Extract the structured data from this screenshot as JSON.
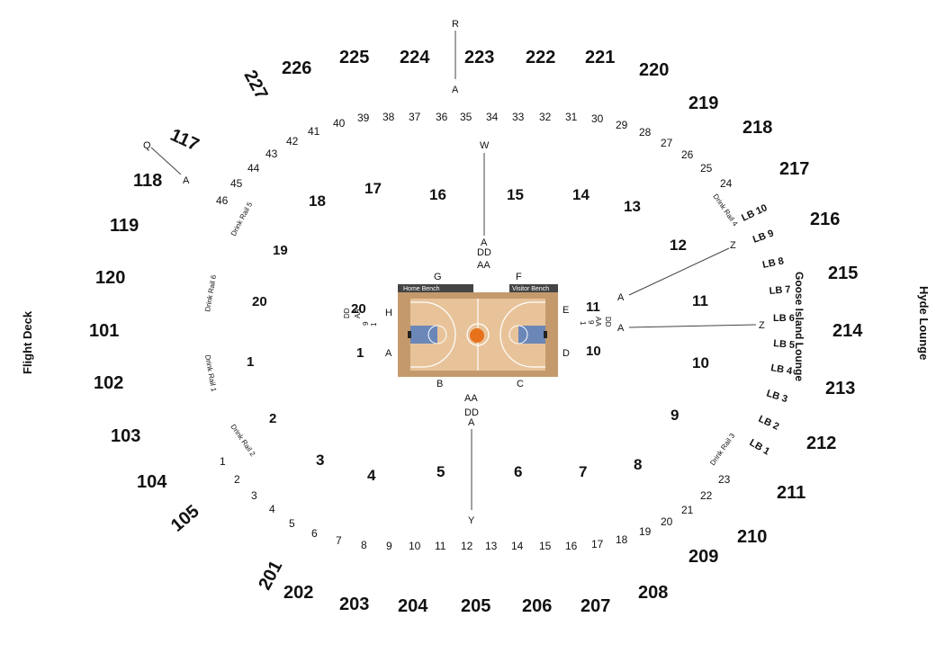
{
  "outer_sections": {
    "top": [
      "226",
      "225",
      "224",
      "223",
      "222",
      "221",
      "220",
      "219",
      "218",
      "217",
      "216",
      "215",
      "214",
      "213",
      "212",
      "211",
      "210",
      "209",
      "208"
    ],
    "bottom": [
      "207",
      "206",
      "205",
      "204",
      "203",
      "202",
      "201"
    ],
    "left": [
      "227",
      "117",
      "118",
      "119",
      "120",
      "101",
      "102",
      "103",
      "104",
      "105"
    ]
  },
  "inner_numbers": [
    "1",
    "2",
    "3",
    "4",
    "5",
    "6",
    "7",
    "8",
    "9",
    "10",
    "11",
    "12",
    "13",
    "14",
    "15",
    "16",
    "17",
    "18",
    "19",
    "20"
  ],
  "inner_numbers_court": [
    "20",
    "1",
    "11",
    "10"
  ],
  "top_row_numbers": [
    "40",
    "39",
    "38",
    "37",
    "36",
    "35",
    "34",
    "33",
    "32",
    "31",
    "30",
    "29",
    "28",
    "27",
    "26",
    "25",
    "24",
    "41",
    "42",
    "43",
    "44",
    "45",
    "46"
  ],
  "bottom_row_numbers": [
    "1",
    "2",
    "3",
    "4",
    "5",
    "6",
    "7",
    "8",
    "9",
    "10",
    "11",
    "12",
    "13",
    "14",
    "15",
    "16",
    "17",
    "18",
    "19",
    "20",
    "21",
    "22",
    "23"
  ],
  "lounges": {
    "left": "Flight Deck",
    "right": "Hyde Lounge",
    "goose": "Goose Island Lounge"
  },
  "drink_rails": [
    "Drink Rail 5",
    "Drink Rail 6",
    "Drink Rail 1",
    "Drink Rail 2",
    "Drink Rail 4",
    "Drink Rail 3"
  ],
  "lb_labels": [
    "LB 10",
    "LB 9",
    "LB 8",
    "LB 7",
    "LB 6",
    "LB 5",
    "LB 4",
    "LB 3",
    "LB 2",
    "LB 1"
  ],
  "row_markers": {
    "r": "R",
    "a": "A",
    "w": "W",
    "dd": "DD",
    "aa": "AA",
    "y": "Y",
    "q": "Q",
    "z": "Z",
    "g": "G",
    "f": "F",
    "b": "B",
    "c": "C",
    "h": "H",
    "e": "E",
    "d": "D",
    "one": "1",
    "nine": "9"
  },
  "court": {
    "home_bench": "Home Bench",
    "visitor_bench": "Visitor Bench",
    "floor_color": "#e8c39a",
    "border_color": "#c49a6c",
    "paint_color": "#6b87b8",
    "ball_color": "#e8721c"
  }
}
